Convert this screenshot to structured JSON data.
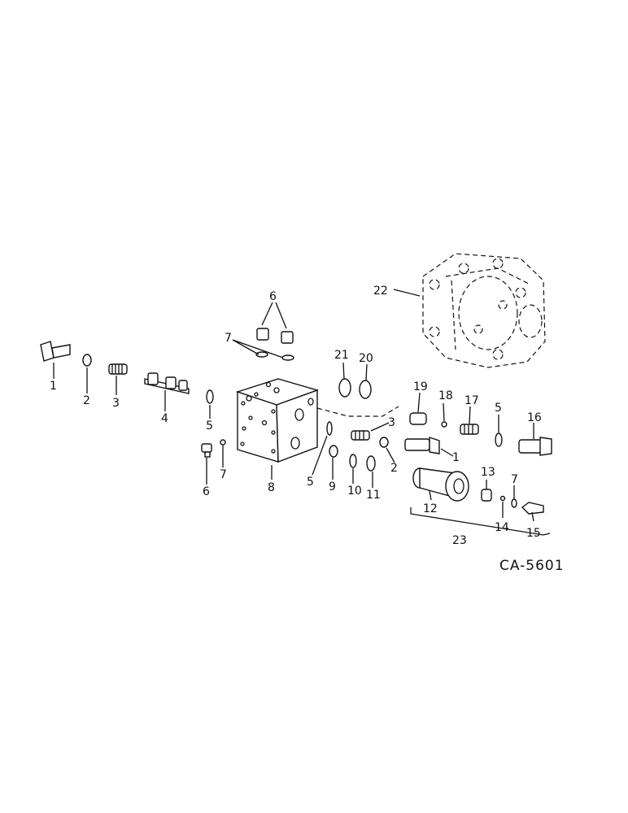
{
  "drawing_code": "CA-5601",
  "callouts": {
    "c1a": "1",
    "c2a": "2",
    "c3a": "3",
    "c4": "4",
    "c5a": "5",
    "c6a": "6",
    "c7a": "7",
    "c8": "8",
    "c6b": "6",
    "c7b": "7",
    "c5b": "5",
    "c9": "9",
    "c10": "10",
    "c11": "11",
    "c21": "21",
    "c20": "20",
    "c3b": "3",
    "c2b": "2",
    "c19": "19",
    "c1b": "1",
    "c18": "18",
    "c17": "17",
    "c5c": "5",
    "c16": "16",
    "c12": "12",
    "c13": "13",
    "c7c": "7",
    "c14": "14",
    "c15": "15",
    "c22": "22",
    "c23": "23"
  }
}
